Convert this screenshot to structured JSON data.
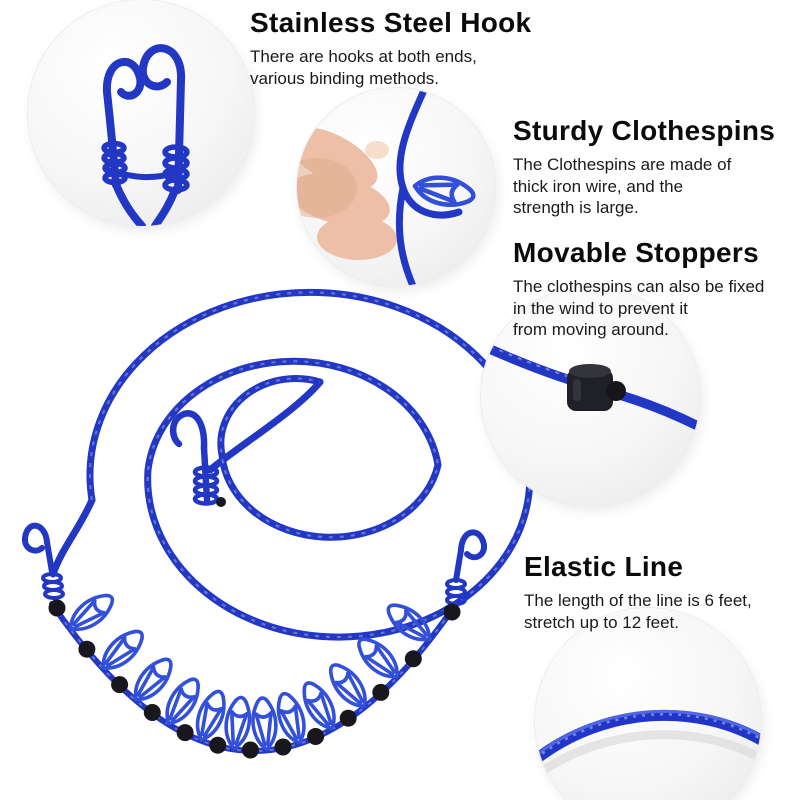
{
  "features": {
    "hook": {
      "title": "Stainless Steel Hook",
      "description": "There are hooks at both ends,\nvarious binding methods."
    },
    "clothespins": {
      "title": "Sturdy Clothespins",
      "description": "The Clothespins are made of\nthick iron wire, and the\nstrength is large."
    },
    "stoppers": {
      "title": "Movable Stoppers",
      "description": "The clothespins can also be fixed\nin the wind to prevent it\nfrom moving around."
    },
    "elastic": {
      "title": "Elastic Line",
      "description": "The length of the line is 6 feet,\nstretch up to 12 feet."
    }
  },
  "colors": {
    "rope_blue": "#2238c4",
    "clip_blue": "#3350d8",
    "bead_black": "#17171d",
    "hand_skin": "#ecbfa6",
    "background": "#ffffff"
  }
}
